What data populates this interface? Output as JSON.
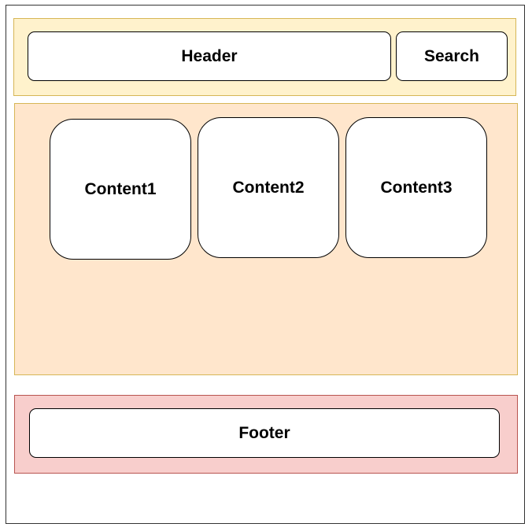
{
  "header": {
    "title": "Header",
    "search": "Search"
  },
  "content": {
    "items": [
      {
        "label": "Content1"
      },
      {
        "label": "Content2"
      },
      {
        "label": "Content3"
      }
    ]
  },
  "footer": {
    "label": "Footer"
  },
  "colors": {
    "header_band": "#fff2cc",
    "header_band_border": "#d6b656",
    "content_band": "#ffe6cc",
    "content_band_border": "#d6b656",
    "footer_band": "#f8cecc",
    "footer_band_border": "#b85450"
  }
}
